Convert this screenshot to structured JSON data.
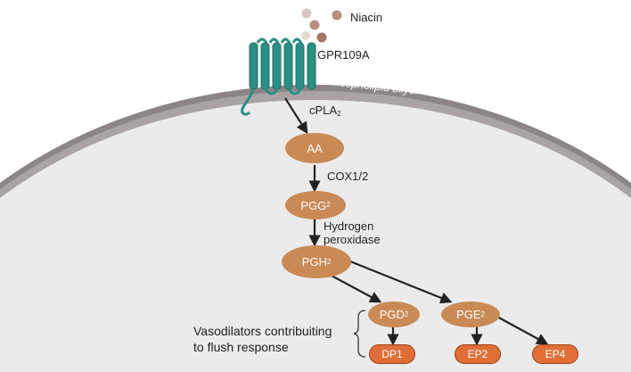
{
  "ligand": {
    "label": "Niacin"
  },
  "receptor": {
    "label": "GPR109A"
  },
  "membrane": {
    "label": "Phospholipid  bilyer"
  },
  "enzymes": {
    "cpla2": {
      "text": "cPLA",
      "sub": "2"
    },
    "cox": {
      "text": "COX1/2"
    },
    "peroxidase": {
      "line1": "Hydrogen",
      "line2": "peroxidase"
    }
  },
  "nodes": {
    "aa": {
      "text": "AA"
    },
    "pgg2": {
      "text": "PGG",
      "sub": "2"
    },
    "pgh2": {
      "text": "PGH",
      "sub": "2"
    },
    "pgd2": {
      "text": "PGD",
      "sub": "2"
    },
    "pge2": {
      "text": "PGE",
      "sub": "2"
    }
  },
  "receptors": {
    "dp1": {
      "text": "DP1"
    },
    "ep2": {
      "text": "EP2"
    },
    "ep4": {
      "text": "EP4"
    }
  },
  "annotation": {
    "line1": "Vasodilators contribuiting",
    "line2": "to flush response"
  },
  "colors": {
    "cell_fill": "#ebebec",
    "membrane_outer": "#8b8587",
    "membrane_inner": "#a9a3a6",
    "receptor": "#2a8f84",
    "node_fill": "#c98a55",
    "receptor_pill": "#e06e37",
    "arrow": "#222222"
  }
}
